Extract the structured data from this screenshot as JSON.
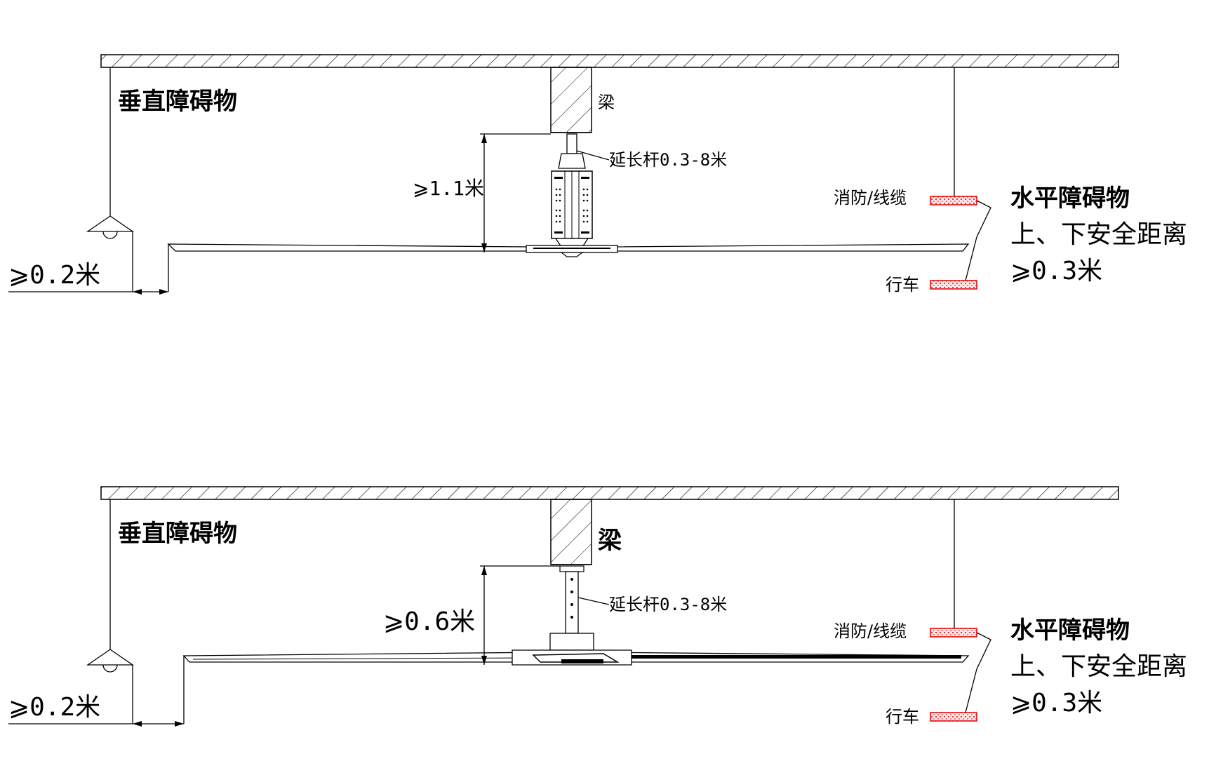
{
  "diagrams": [
    {
      "vertical_obstacle": "垂直障碍物",
      "beam": "梁",
      "rod": "延长杆0.3-8米",
      "fan_clearance": "⩾1.1米",
      "side_clearance": "⩾0.2米",
      "fire_cable": "消防/线缆",
      "crane": "行车",
      "horizontal_obstacle": "水平障碍物",
      "safe_distance": "上、下安全距离",
      "safe_value": "⩾0.3米"
    },
    {
      "vertical_obstacle": "垂直障碍物",
      "beam": "梁",
      "rod": "延长杆0.3-8米",
      "fan_clearance": "⩾0.6米",
      "side_clearance": "⩾0.2米",
      "fire_cable": "消防/线缆",
      "crane": "行车",
      "horizontal_obstacle": "水平障碍物",
      "safe_distance": "上、下安全距离",
      "safe_value": "⩾0.3米"
    }
  ],
  "colors": {
    "line": "#000000",
    "obstacle_fill": "#ffd9d9",
    "obstacle_stroke": "#e00000"
  }
}
